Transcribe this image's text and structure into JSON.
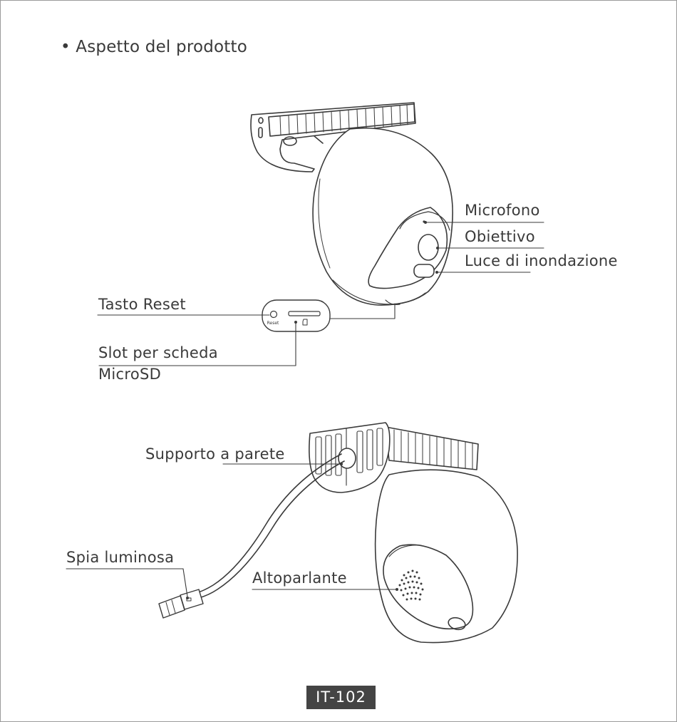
{
  "section_heading": "• Aspetto del prodotto",
  "labels": {
    "microphone": "Microfono",
    "lens": "Obiettivo",
    "floodlight": "Luce di inondazione",
    "reset_button": "Tasto Reset",
    "microsd_line1": "Slot per scheda",
    "microsd_line2": "MicroSD",
    "wall_mount": "Supporto a parete",
    "indicator_light": "Spia luminosa",
    "speaker": "Altoparlante"
  },
  "port_panel": {
    "reset_text": "Reset"
  },
  "page_number": "IT-102",
  "colors": {
    "line": "#3a3a3a",
    "page_badge": "#444444",
    "border": "#9a9a9a"
  }
}
